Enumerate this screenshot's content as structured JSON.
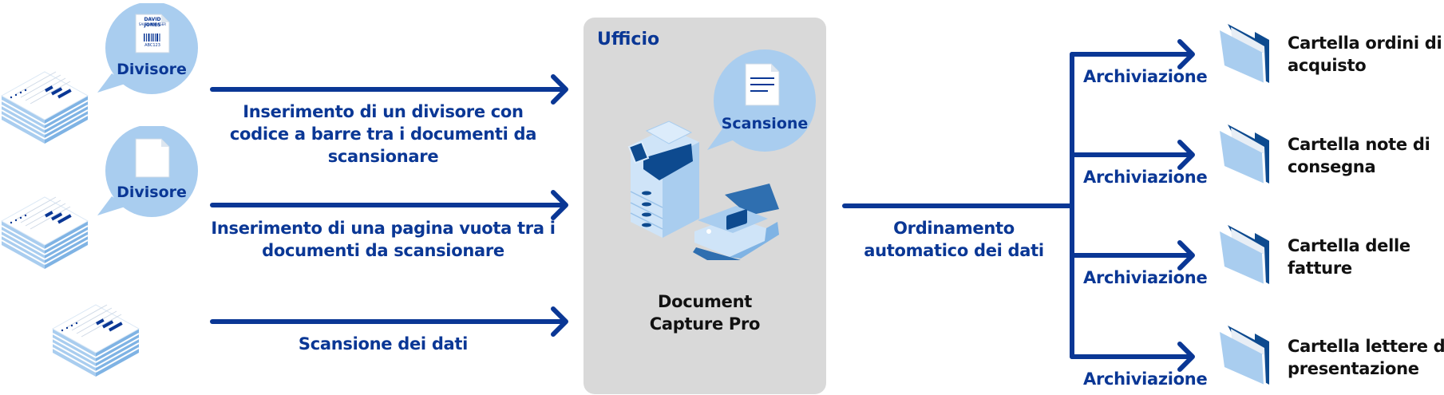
{
  "inputs": [
    {
      "divider_label": "Divisore",
      "divider_card": {
        "name": "DAVID JONES",
        "role": "SALES MANAGER",
        "code": "ABC123"
      },
      "arrow_label": "Inserimento di un divisore con codice a barre tra i documenti da scansionare",
      "arrow_lines": [
        "Inserimento di un divisore con",
        "codice a barre tra i documenti da",
        "scansionare"
      ]
    },
    {
      "divider_label": "Divisore",
      "arrow_label": "Inserimento di una pagina vuota tra i documenti da scansionare",
      "arrow_lines": [
        "Inserimento di una pagina vuota tra i",
        "documenti da scansionare"
      ]
    },
    {
      "arrow_label": "Scansione dei dati",
      "arrow_lines": [
        "Scansione dei dati"
      ]
    }
  ],
  "office": {
    "title": "Ufficio",
    "bubble_label": "Scansione",
    "software_lines": [
      "Document",
      "Capture Pro"
    ]
  },
  "sorting": {
    "lines": [
      "Ordinamento",
      "automatico dei dati"
    ]
  },
  "outputs": [
    {
      "action": "Archiviazione",
      "lines": [
        "Cartella ordini di",
        "acquisto"
      ]
    },
    {
      "action": "Archiviazione",
      "lines": [
        "Cartella note di",
        "consegna"
      ]
    },
    {
      "action": "Archiviazione",
      "lines": [
        "Cartella delle",
        "fatture"
      ]
    },
    {
      "action": "Archiviazione",
      "lines": [
        "Cartella lettere di",
        "presentazione"
      ]
    }
  ],
  "colors": {
    "primary_blue": "#0a3795",
    "light_blue": "#a9cdef",
    "mid_blue": "#7fb3e4",
    "office_bg": "#d9d9d9"
  }
}
